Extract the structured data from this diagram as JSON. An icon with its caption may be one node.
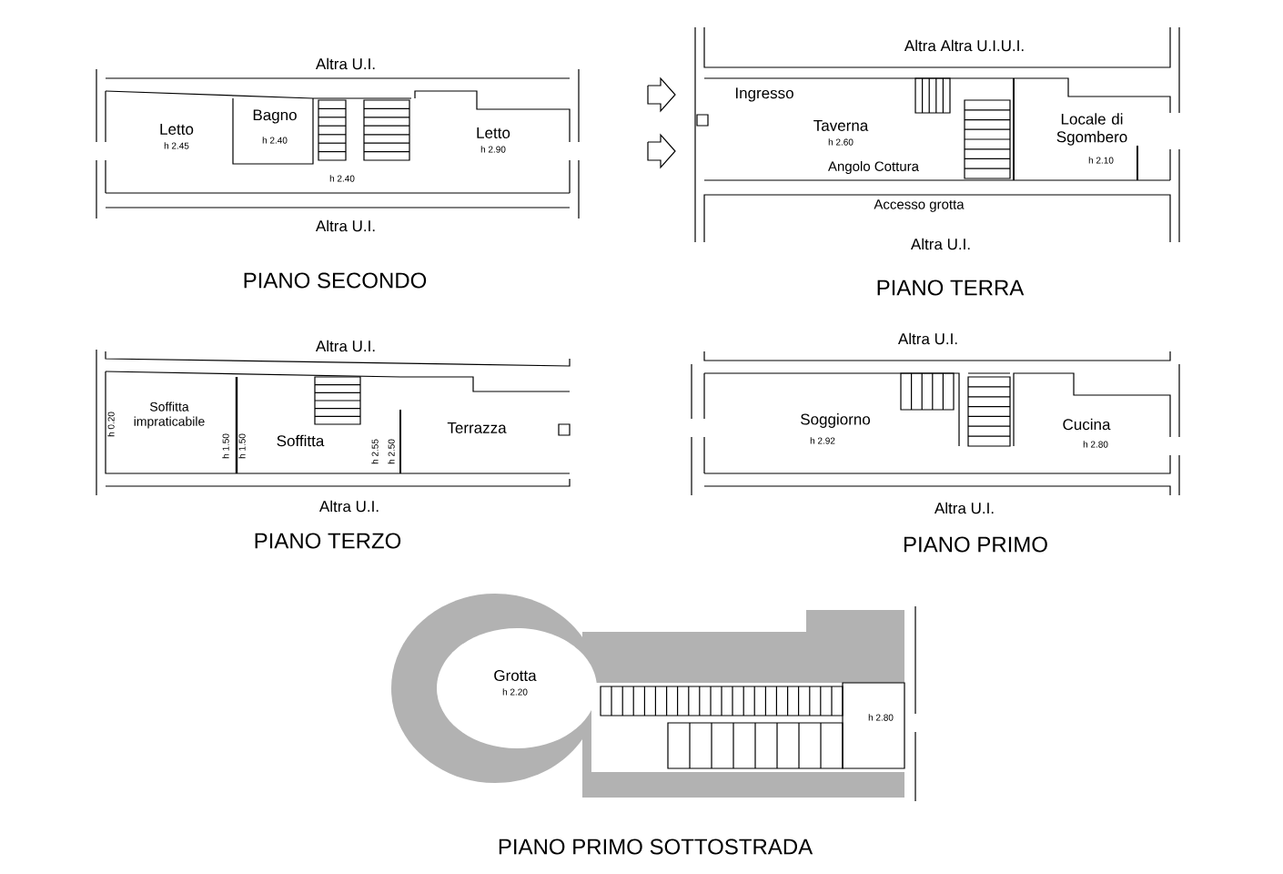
{
  "diagram": {
    "labels": [
      "Altra U.I.",
      "Letto",
      "h 2.45",
      "Bagno",
      "h 2.40",
      "h 2.40",
      "Letto",
      "h 2.90",
      "Altra U.I.",
      "PIANO SECONDO",
      "Altra Altra U.I.U.I.",
      "Ingresso",
      "Taverna",
      "h 2.60",
      "Angolo Cottura",
      "Locale di Sgombero",
      "h 2.10",
      "Accesso grotta",
      "Altra U.I.",
      "PIANO TERRA",
      "Altra U.I.",
      "h 0.20",
      "Soffitta impraticabile",
      "h 1.50",
      "h 1.50",
      "Soffitta",
      "h 2.55",
      "h 2.50",
      "Terrazza",
      "Altra U.I.",
      "PIANO TERZO",
      "Altra U.I.",
      "Soggiorno",
      "h 2.92",
      "Cucina",
      "h 2.80",
      "Altra U.I.",
      "PIANO PRIMO",
      "Grotta",
      "h 2.20",
      "h 2.80",
      "PIANO PRIMO SOTTOSTRADA"
    ]
  }
}
